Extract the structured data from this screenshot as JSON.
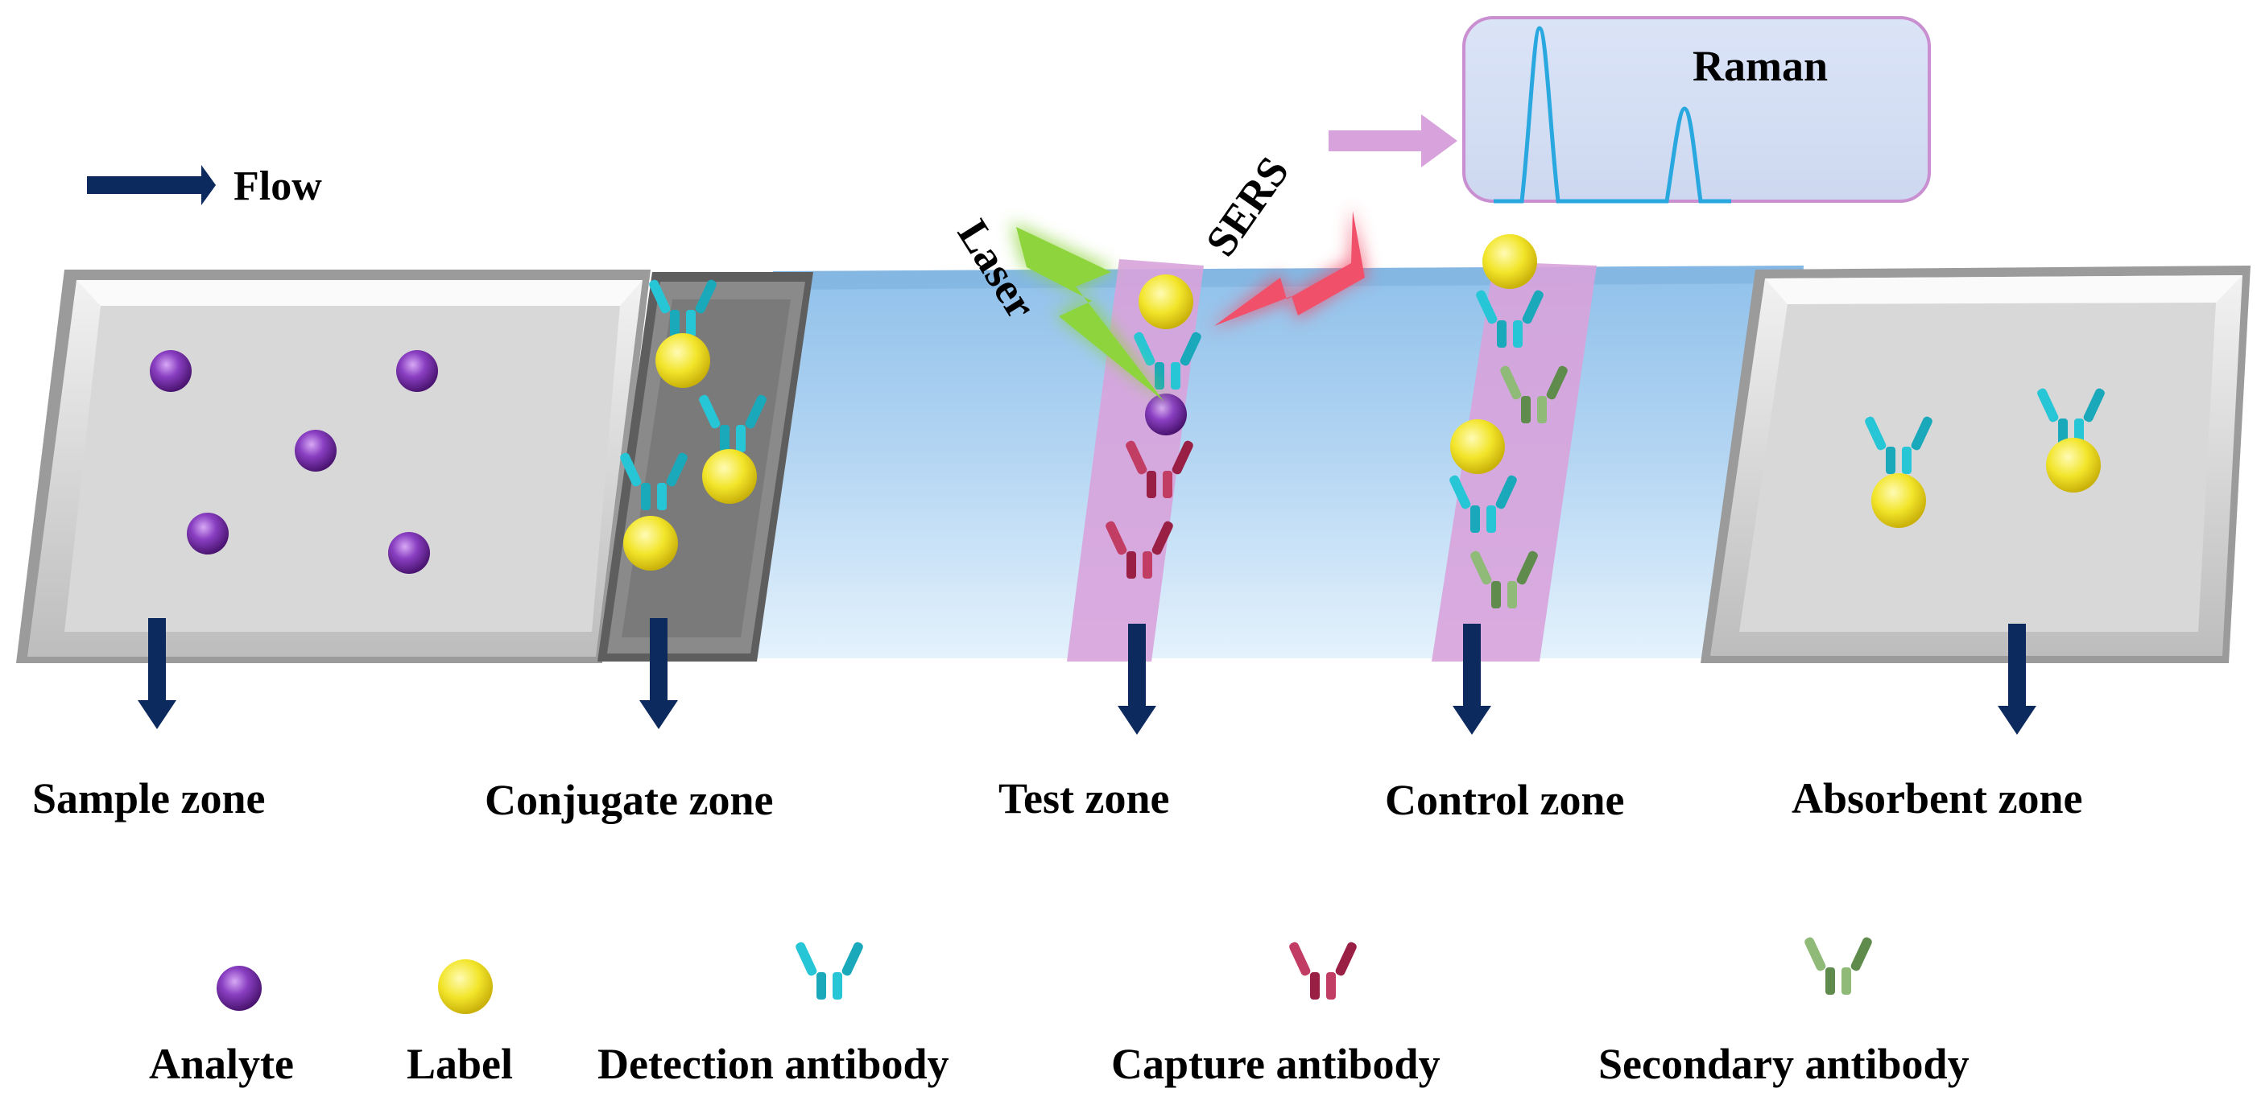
{
  "flow": {
    "label": "Flow"
  },
  "raman": {
    "label": "Raman"
  },
  "signals": {
    "laser": "Laser",
    "sers": "SERS"
  },
  "zones": [
    {
      "id": "sample",
      "label": "Sample zone"
    },
    {
      "id": "conjugate",
      "label": "Conjugate zone"
    },
    {
      "id": "test",
      "label": "Test zone"
    },
    {
      "id": "control",
      "label": "Control zone"
    },
    {
      "id": "absorbent",
      "label": "Absorbent zone"
    }
  ],
  "legend": [
    {
      "id": "analyte",
      "label": "Analyte",
      "icon": "analyte-sphere-icon"
    },
    {
      "id": "label",
      "label": "Label",
      "icon": "label-sphere-icon"
    },
    {
      "id": "detection",
      "label": "Detection antibody",
      "icon": "detection-antibody-icon"
    },
    {
      "id": "capture",
      "label": "Capture antibody",
      "icon": "capture-antibody-icon"
    },
    {
      "id": "secondary",
      "label": "Secondary antibody",
      "icon": "secondary-antibody-icon"
    }
  ],
  "colors": {
    "arrow": "#0d2a5e",
    "analyte": "#7a2fb0",
    "label": "#f2e52a",
    "detection": "#27c6d6",
    "capture": "#b83058",
    "secondary": "#7faa68",
    "test_line": "#d8a3dc",
    "membrane": "#b3d3f0",
    "pad": "#d9d9d9",
    "conjugate_pad": "#7a7a7a",
    "laser": "#8ed43c",
    "sers": "#f0506a",
    "raman_peak": "#29a8e0"
  }
}
